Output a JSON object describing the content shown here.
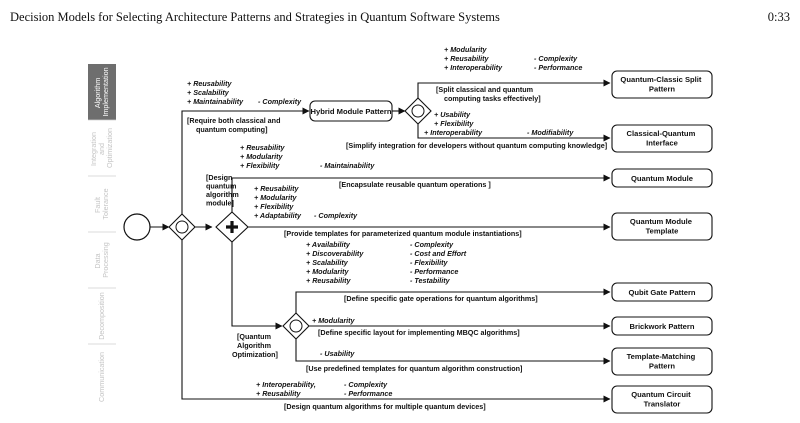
{
  "header": {
    "title": "Decision Models for Selecting Architecture Patterns and Strategies in Quantum Software Systems",
    "page": "0:33"
  },
  "tabs": [
    {
      "lines": [
        "Algorithm",
        "Implementation"
      ]
    },
    {
      "lines": [
        "Integration",
        "and",
        "Optimization"
      ]
    },
    {
      "lines": [
        "Fault",
        "Tolerance"
      ]
    },
    {
      "lines": [
        "Data",
        "Processing"
      ]
    },
    {
      "lines": [
        "Decomposition"
      ]
    },
    {
      "lines": [
        "Communication"
      ]
    }
  ],
  "nodes": {
    "hybrid": "Hybrid Module Pattern",
    "split": [
      "Quantum-Classic Split",
      "Pattern"
    ],
    "interface": [
      "Classical-Quantum",
      "Interface"
    ],
    "module": "Quantum Module",
    "template": [
      "Quantum Module",
      "Template"
    ],
    "qubit": "Qubit Gate Pattern",
    "brickwork": "Brickwork Pattern",
    "matching": [
      "Template-Matching",
      "Pattern"
    ],
    "translator": [
      "Quantum Circuit",
      "Translator"
    ]
  },
  "labels": {
    "hybrid_pros": [
      "+ Reusability",
      "+ Scalability",
      "+ Maintainability"
    ],
    "hybrid_cons": "- Complexity",
    "hybrid_cond": [
      "[Require both classical and",
      "quantum computing]"
    ],
    "split_pros": [
      "+ Modularity",
      "+ Reusability",
      "+ Interoperability"
    ],
    "split_cons": [
      "- Complexity",
      "- Performance"
    ],
    "split_cond": [
      "[Split classical and quantum",
      "computing tasks effectively]"
    ],
    "iface_pros": [
      "+ Usability",
      "+ Flexibility",
      "+ Interoperability"
    ],
    "iface_cons": "- Modifiability",
    "iface_cond": "[Simplify integration for developers without quantum computing knowledge]",
    "design_cond": [
      "[Design",
      "quantum",
      "algorithm",
      "module]"
    ],
    "module_pros": [
      "+ Reusability",
      "+ Modularity",
      "+ Flexibility"
    ],
    "module_cons": "- Maintainability",
    "module_cond": "[Encapsulate reusable quantum operations ]",
    "template_pros": [
      "+ Reusability",
      "+ Modularity",
      "+ Flexibility",
      "+ Adaptability"
    ],
    "template_cons": "- Complexity",
    "template_cond": "[Provide templates for parameterized quantum module instantiations]",
    "opt_pros": [
      "+ Availability",
      "+ Discoverability",
      "+ Scalability",
      "+ Modularity",
      "+ Reusability"
    ],
    "opt_cons": [
      "- Complexity",
      "- Cost and Effort",
      "- Flexibility",
      "- Performance",
      "- Testability"
    ],
    "qubit_cond": "[Define specific gate operations for quantum algorithms]",
    "opt_cond": [
      "[Quantum",
      "Algorithm",
      "Optimization]"
    ],
    "brick_pros": "+ Modularity",
    "brick_cond": "[Define specific layout for implementing MBQC algorithms]",
    "match_cons": "- Usability",
    "match_cond": "[Use predefined templates for quantum algorithm construction]",
    "trans_pros": [
      "+ Interoperability,",
      "+ Reusability"
    ],
    "trans_cons": [
      "- Complexity",
      "- Performance"
    ],
    "trans_cond": "[Design quantum algorithms for multiple quantum devices]"
  }
}
